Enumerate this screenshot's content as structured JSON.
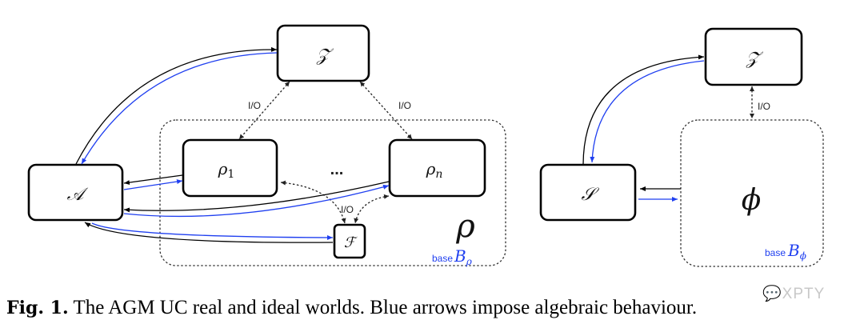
{
  "figure": {
    "real_world": {
      "nodes": {
        "environment": "𝒵",
        "adversary": "𝒜",
        "party_first": "ρ",
        "party_first_sub": "1",
        "ellipsis": "...",
        "party_last": "ρ",
        "party_last_sub": "n",
        "functionality": "ℱ",
        "protocol": "ρ"
      },
      "io_labels": [
        "I/O",
        "I/O",
        "I/O"
      ],
      "base_label": "base",
      "base_symbol": "B",
      "base_sub": "ρ"
    },
    "ideal_world": {
      "nodes": {
        "environment": "𝒵",
        "simulator": "𝒮",
        "ideal_functionality": "ϕ"
      },
      "io_label": "I/O",
      "base_label": "base",
      "base_symbol": "B",
      "base_sub": "ϕ"
    },
    "colors": {
      "blue_arrow": "#1f3ff0",
      "black_arrow": "#000000"
    }
  },
  "caption": {
    "prefix": "Fig. 1.",
    "text": "The AGM UC real and ideal worlds. Blue arrows impose algebraic behaviour."
  },
  "watermark": "XPTY"
}
